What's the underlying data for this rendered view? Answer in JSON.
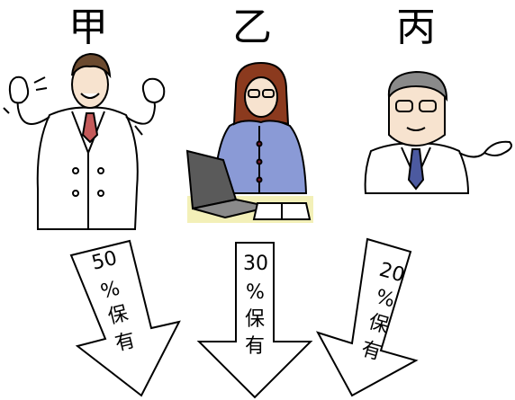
{
  "people": [
    {
      "name": "甲",
      "label_lines": [
        "50",
        "%",
        "保",
        "有"
      ]
    },
    {
      "name": "乙",
      "label_lines": [
        "30",
        "%",
        "保",
        "有"
      ]
    },
    {
      "name": "丙",
      "label_lines": [
        "20",
        "%",
        "保",
        "有"
      ]
    }
  ],
  "icons": [
    "scientist-gesturing-illustration",
    "woman-at-laptop-illustration",
    "man-in-suit-presenting-illustration",
    "down-arrow-icon"
  ],
  "colors": {
    "arrow_fill": "#ffffff",
    "stroke": "#000000",
    "blouse": "#8a9ad6",
    "desk": "#f3f0b8",
    "hair": "#8b3a1e",
    "suit": "#ffffff",
    "tie": "#4c5aa0"
  }
}
